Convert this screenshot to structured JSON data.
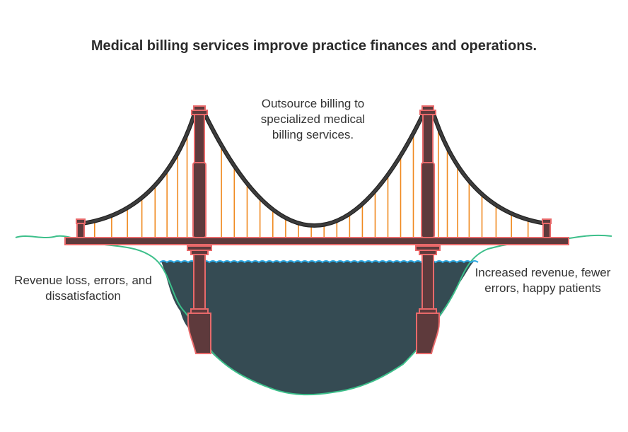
{
  "title": "Medical billing services improve practice finances and operations.",
  "labels": {
    "bridge": "Outsource billing to specialized medical billing services.",
    "left": "Revenue loss, errors, and dissatisfaction",
    "right": "Increased revenue, fewer errors, happy patients"
  },
  "colors": {
    "tower_fill": "#5e3a3c",
    "tower_stroke": "#e8696a",
    "cable": "#3d3d3d",
    "hanger": "#f0891f",
    "water": "#354b53",
    "ground_outline": "#3cbf8a",
    "wave": "#2ea9e2"
  }
}
